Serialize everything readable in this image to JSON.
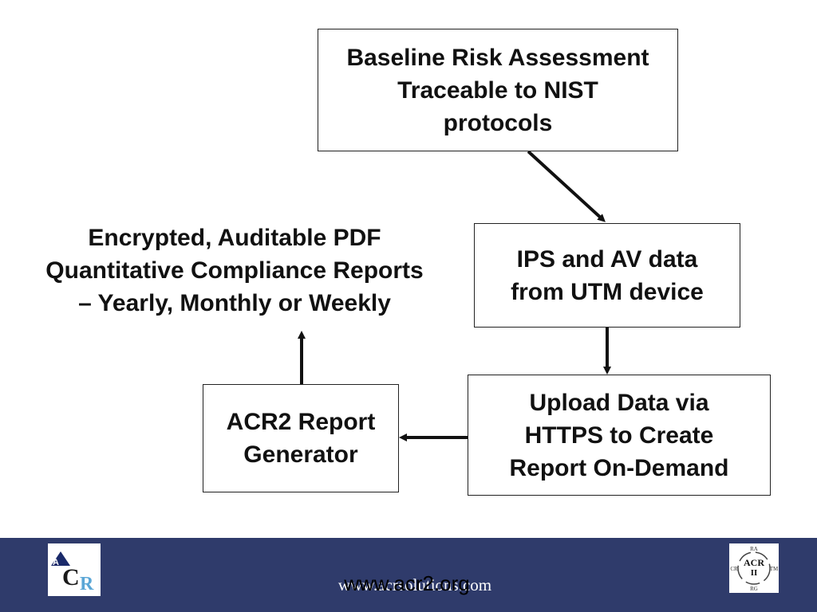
{
  "diagram": {
    "box_baseline": {
      "lines": [
        "Baseline Risk Assessment",
        "Traceable to NIST",
        "protocols"
      ]
    },
    "box_ips": {
      "lines": [
        "IPS and AV data",
        "from UTM device"
      ]
    },
    "box_upload": {
      "lines": [
        "Upload Data via",
        "HTTPS to Create",
        "Report On-Demand"
      ]
    },
    "box_generator": {
      "lines": [
        "ACR2 Report",
        "Generator"
      ]
    },
    "output_text": {
      "lines": [
        "Encrypted, Auditable PDF",
        "Quantitative Compliance Reports",
        "– Yearly, Monthly or Weekly"
      ]
    }
  },
  "footer": {
    "url_back": "www.acrsolutions.com",
    "url_front": "www.acr2.org",
    "logo_left": {
      "icon": "acr-logo",
      "letters": [
        "A",
        "C",
        "R"
      ]
    },
    "logo_right": {
      "icon": "acr-ii-logo",
      "center": [
        "ACR",
        "II"
      ],
      "ring": [
        "RA",
        "TM",
        "RG",
        "CR"
      ]
    }
  }
}
